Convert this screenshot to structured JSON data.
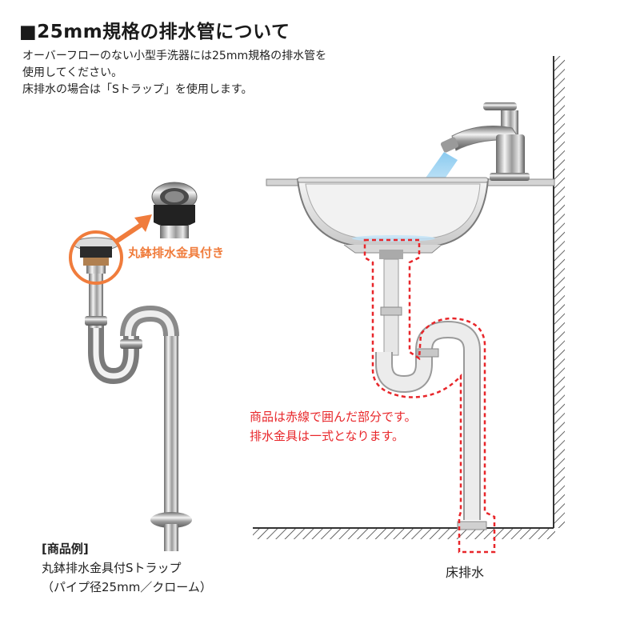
{
  "heading": "■25mm規格の排水管について",
  "intro": [
    "オーバーフローのない小型手洗器には25mm規格の排水管を",
    "使用してください。",
    "床排水の場合は「Sトラップ」を使用します。"
  ],
  "callout_label": "丸鉢排水金具付き",
  "note": [
    "商品は赤線で囲んだ部分です。",
    "排水金具は一式となります。"
  ],
  "example": {
    "heading": "[商品例]",
    "name": "丸鉢排水金具付Sトラップ",
    "spec": "（パイプ径25mm／クローム）"
  },
  "floor_label": "床排水",
  "colors": {
    "accent_orange": "#f07c3c",
    "highlight_red": "#e8262a",
    "water_blue": "#9fd0f0"
  }
}
